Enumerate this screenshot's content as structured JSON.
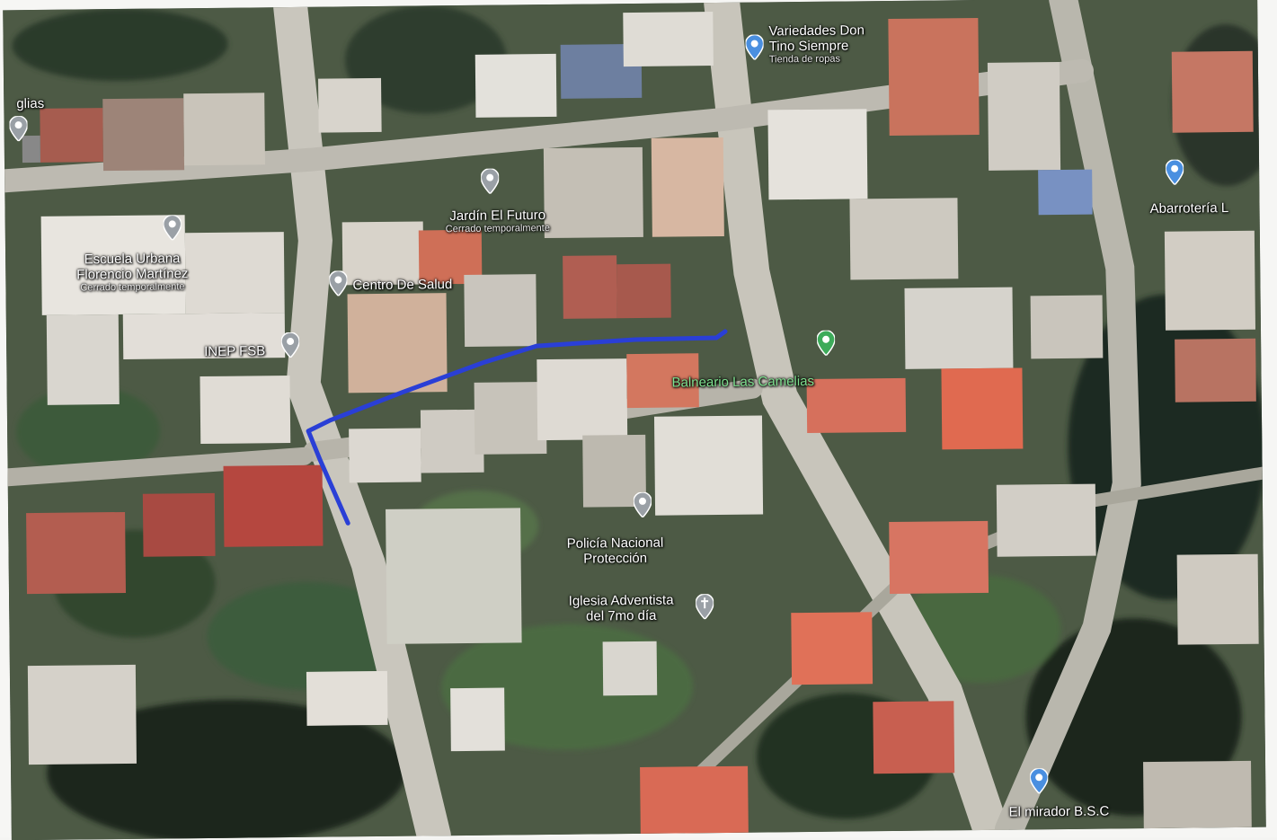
{
  "map": {
    "route_color": "#2a3fd6",
    "places": [
      {
        "id": "variedades",
        "name": "Variedades Don Tino Siempre",
        "line1": "Variedades Don",
        "line2": "Tino Siempre",
        "category": "Tienda de ropas",
        "pin": "blue-pin-icon",
        "color": "#4a8fe0"
      },
      {
        "id": "iglesias",
        "name": "glias",
        "pin": "gray-pin-icon",
        "color": "#9aa0a6"
      },
      {
        "id": "jardin",
        "name": "Jardín El Futuro",
        "category": "Cerrado temporalmente",
        "pin": "gray-pin-icon",
        "color": "#9aa0a6"
      },
      {
        "id": "escuela",
        "line1": "Escuela Urbana",
        "line2": "Florencio Martínez",
        "category": "Cerrado temporalmente",
        "pin": "gray-pin-icon",
        "color": "#9aa0a6"
      },
      {
        "id": "centro",
        "name": "Centro De Salud",
        "pin": "gray-pin-icon",
        "color": "#9aa0a6"
      },
      {
        "id": "inep",
        "name": "INEP FSB",
        "pin": "gray-pin-icon",
        "color": "#9aa0a6"
      },
      {
        "id": "balneario",
        "name": "Balneario Las Camelias",
        "pin": "green-pin-icon",
        "color": "#3dab5a"
      },
      {
        "id": "abarroteria",
        "name": "Abarrotería L",
        "pin": "blue-pin-icon",
        "color": "#4a8fe0"
      },
      {
        "id": "policia",
        "line1": "Policía Nacional",
        "line2": "Protección",
        "pin": "gray-pin-icon",
        "color": "#9aa0a6"
      },
      {
        "id": "iglesia",
        "line1": "Iglesia Adventista",
        "line2": "del 7mo día",
        "pin": "cross-pin-icon",
        "color": "#9aa0a6"
      },
      {
        "id": "mirador",
        "name": "El mirador B.S.C",
        "pin": "blue-pin-icon",
        "color": "#4a8fe0"
      }
    ]
  }
}
